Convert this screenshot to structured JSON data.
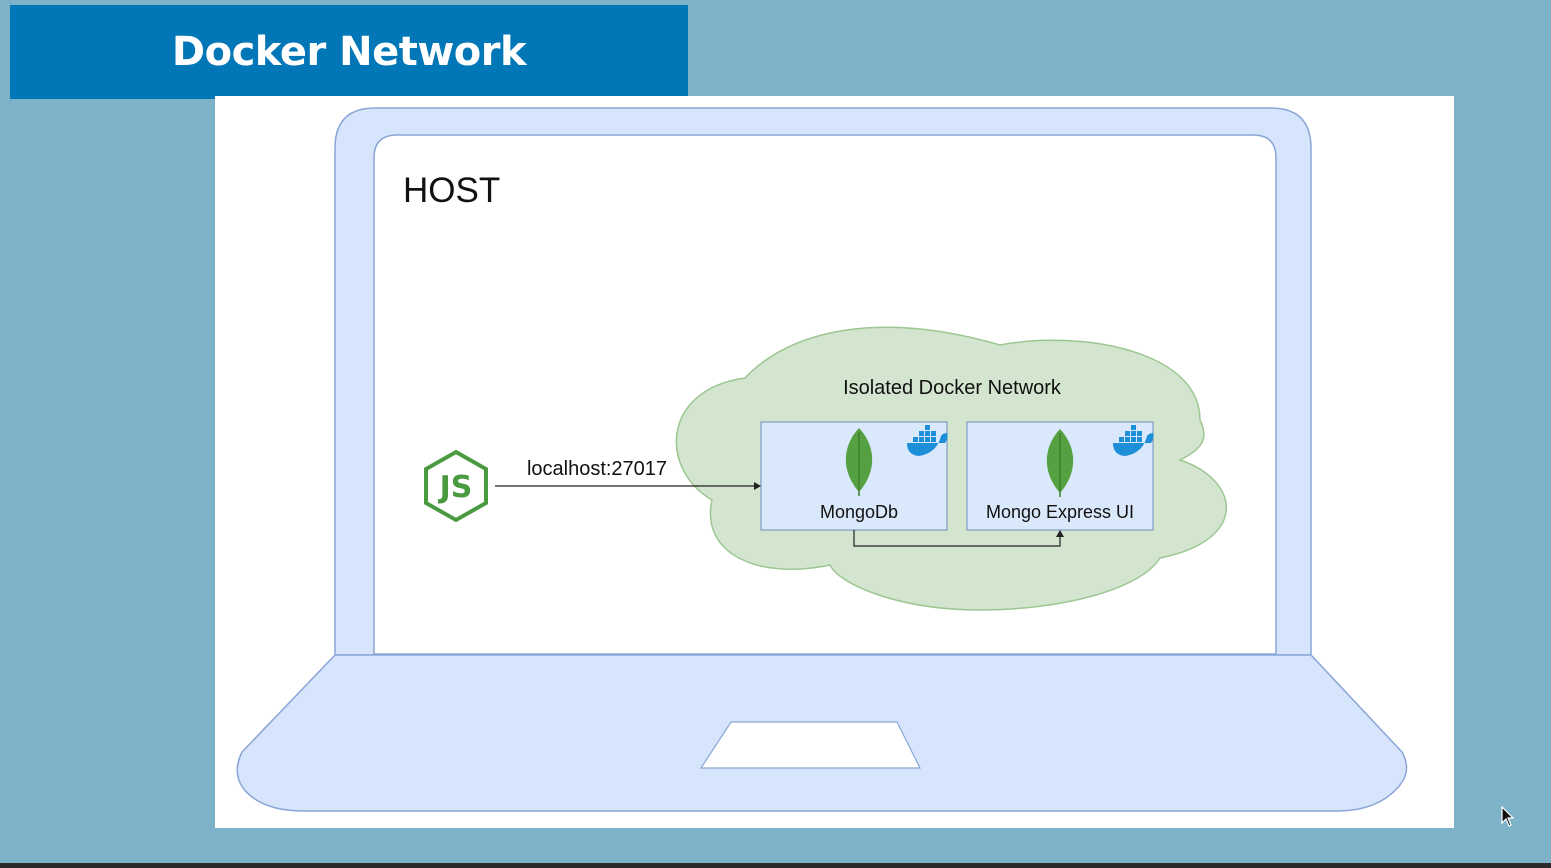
{
  "title": "Docker Network",
  "diagram": {
    "host_label": "HOST",
    "network_label": "Isolated Docker Network",
    "connection_label": "localhost:27017",
    "containers": [
      {
        "label": "MongoDb",
        "icon": "mongodb-leaf-icon"
      },
      {
        "label": "Mongo Express UI",
        "icon": "mongodb-leaf-icon"
      }
    ],
    "client_icon": "nodejs-icon",
    "container_badge_icon": "docker-whale-icon"
  },
  "colors": {
    "background": "#7db2c9",
    "banner": "#0277b7",
    "laptop_fill": "#d6e4fc",
    "laptop_stroke": "#8aa6d6",
    "cloud_fill": "#d3e4cf",
    "cloud_stroke": "#9dc791",
    "container_fill": "#dae8fc",
    "nodejs_green": "#4a9a40",
    "mongo_green": "#55a041",
    "docker_blue": "#1d8fd9"
  }
}
